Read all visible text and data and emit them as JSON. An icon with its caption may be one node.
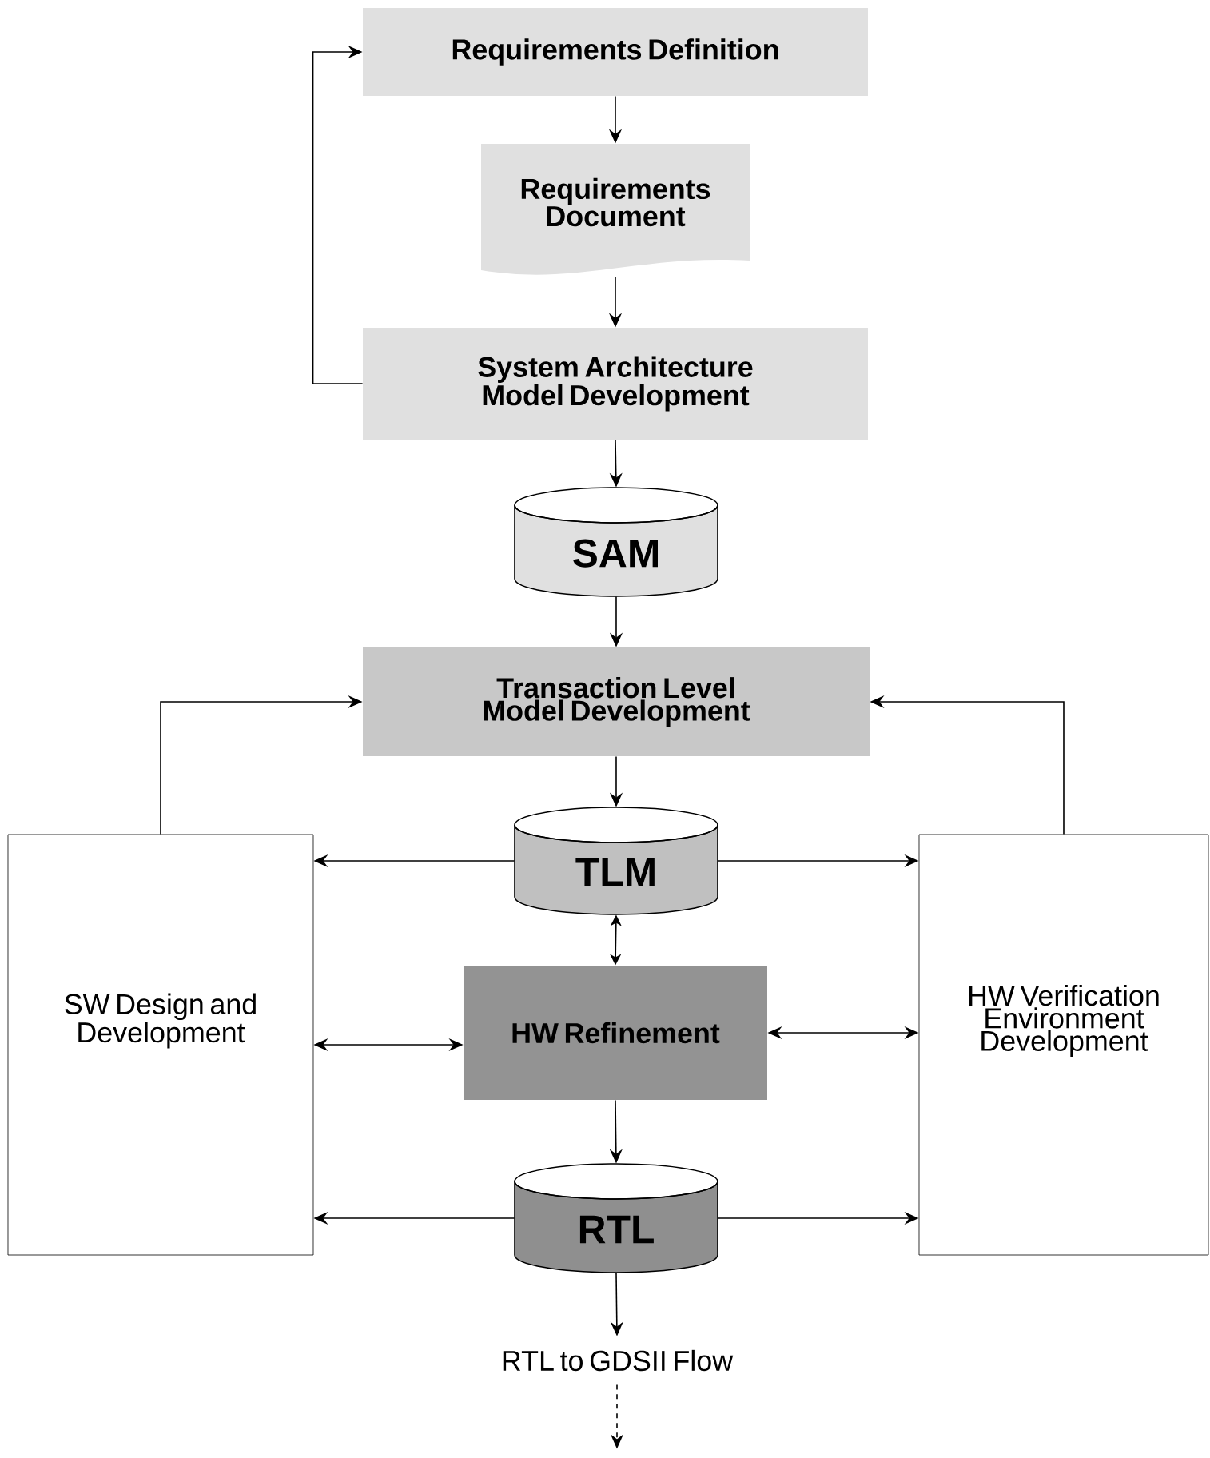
{
  "diagram": {
    "nodes": [
      {
        "text": [
          "Requirements Definition"
        ]
      },
      {
        "text": [
          "Requirements Document"
        ]
      },
      {
        "text": [
          "System Architecture Model Development"
        ]
      },
      {
        "text": [
          "SAM"
        ]
      },
      {
        "text": [
          "Transaction Level Model Development"
        ]
      },
      {
        "text": [
          "TLM"
        ]
      },
      {
        "text": [
          "SW Design and Development"
        ]
      },
      {
        "text": [
          "HW Refinement"
        ]
      },
      {
        "text": [
          "HW Verification Environment Development"
        ]
      },
      {
        "text": [
          "RTL"
        ]
      },
      {
        "text": [
          "RTL to GDSII Flow"
        ]
      }
    ],
    "edges": [
      {
        "from": 0,
        "to": 1,
        "arrow": "to"
      },
      {
        "from": 1,
        "to": 2,
        "arrow": "to"
      },
      {
        "from": 2,
        "to": 0,
        "arrow": "to"
      },
      {
        "from": 2,
        "to": 3,
        "arrow": "to"
      },
      {
        "from": 3,
        "to": 4,
        "arrow": "to"
      },
      {
        "from": 6,
        "to": 4,
        "arrow": "to"
      },
      {
        "from": 8,
        "to": 4,
        "arrow": "to"
      },
      {
        "from": 4,
        "to": 5,
        "arrow": "to"
      },
      {
        "from": 5,
        "to": 6,
        "arrow": "to"
      },
      {
        "from": 5,
        "to": 8,
        "arrow": "to"
      },
      {
        "from": 5,
        "to": 7,
        "arrow": "both"
      },
      {
        "from": 6,
        "to": 7,
        "arrow": "both"
      },
      {
        "from": 7,
        "to": 8,
        "arrow": "both"
      },
      {
        "from": 7,
        "to": 9,
        "arrow": "to"
      },
      {
        "from": 9,
        "to": 6,
        "arrow": "to"
      },
      {
        "from": 9,
        "to": 8,
        "arrow": "to"
      },
      {
        "from": 9,
        "to": 10,
        "arrow": "to"
      },
      {
        "from": 10,
        "to": null,
        "arrow": "to",
        "style": "dashed"
      }
    ]
  }
}
